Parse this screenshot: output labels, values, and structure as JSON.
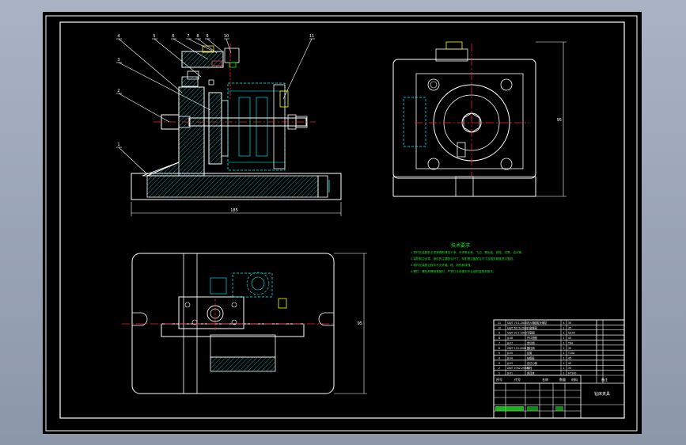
{
  "viewport": {
    "background": "#000000",
    "window_background": "#9aa4b5",
    "line_colors": {
      "border": "#ffffff",
      "outline": "#ffffff",
      "hatch": "#00c8c8",
      "center": "#ff2020",
      "dimension": "#20e020",
      "notes": "#20e020",
      "part": "#ffff00",
      "hidden": "#00ffff"
    }
  },
  "front_view": {
    "balloons": [
      "4",
      "5",
      "6",
      "7",
      "8",
      "9",
      "10",
      "11",
      "3",
      "2",
      "1"
    ],
    "overall_dimension": "185"
  },
  "side_view": {
    "height_dimension": "95"
  },
  "top_view": {
    "height_dimension": "95"
  },
  "notes": {
    "title": "技术要求",
    "lines": [
      "1.零件在装配前必须清理和清洗干净，不得有毛刺、飞边、氧化皮、锈蚀、切屑、油污等。",
      "2.装配前应对零、部件的主要配合尺寸，特别是过盈配合尺寸及相关精度进行复查。",
      "3.零件在装配过程中不允许磕、碰、划伤和锈蚀。",
      "4.螺钉、螺栓和螺母紧固时，严禁打击或使用不合适的旋具和扳手。"
    ]
  },
  "title_block": {
    "bom_rows": [
      {
        "no": "11",
        "code": "GB/T 70.1-2000",
        "name": "内六角圆柱头螺钉",
        "qty": "4",
        "material": "35",
        "note": ""
      },
      {
        "no": "10",
        "code": "GB/T 6170-2000",
        "name": "六角螺母",
        "qty": "1",
        "material": "35",
        "note": ""
      },
      {
        "no": "9",
        "code": "GB/T 97.1-2002",
        "name": "平垫圈",
        "qty": "1",
        "material": "Q235",
        "note": ""
      },
      {
        "no": "8",
        "code": "JJ-08",
        "name": "开口垫圈",
        "qty": "1",
        "material": "45",
        "note": ""
      },
      {
        "no": "7",
        "code": "JJ-07",
        "name": "定位销",
        "qty": "1",
        "material": "T8A",
        "note": ""
      },
      {
        "no": "6",
        "code": "GB/T 119-2000",
        "name": "圆柱销",
        "qty": "2",
        "material": "35",
        "note": ""
      },
      {
        "no": "5",
        "code": "JJ-05",
        "name": "钻套",
        "qty": "1",
        "material": "T10A",
        "note": ""
      },
      {
        "no": "4",
        "code": "JJ-04",
        "name": "钻模板",
        "qty": "1",
        "material": "45",
        "note": ""
      },
      {
        "no": "3",
        "code": "JJ-03",
        "name": "定位心轴",
        "qty": "1",
        "material": "45",
        "note": ""
      },
      {
        "no": "2",
        "code": "GB/T 5782-2000",
        "name": "螺栓",
        "qty": "1",
        "material": "35",
        "note": ""
      },
      {
        "no": "1",
        "code": "JJ-01",
        "name": "夹具体",
        "qty": "1",
        "material": "HT200",
        "note": ""
      }
    ],
    "headers": [
      "序号",
      "代号",
      "名称",
      "数量",
      "材料",
      "备注"
    ],
    "drawing_name": "钻床夹具"
  }
}
